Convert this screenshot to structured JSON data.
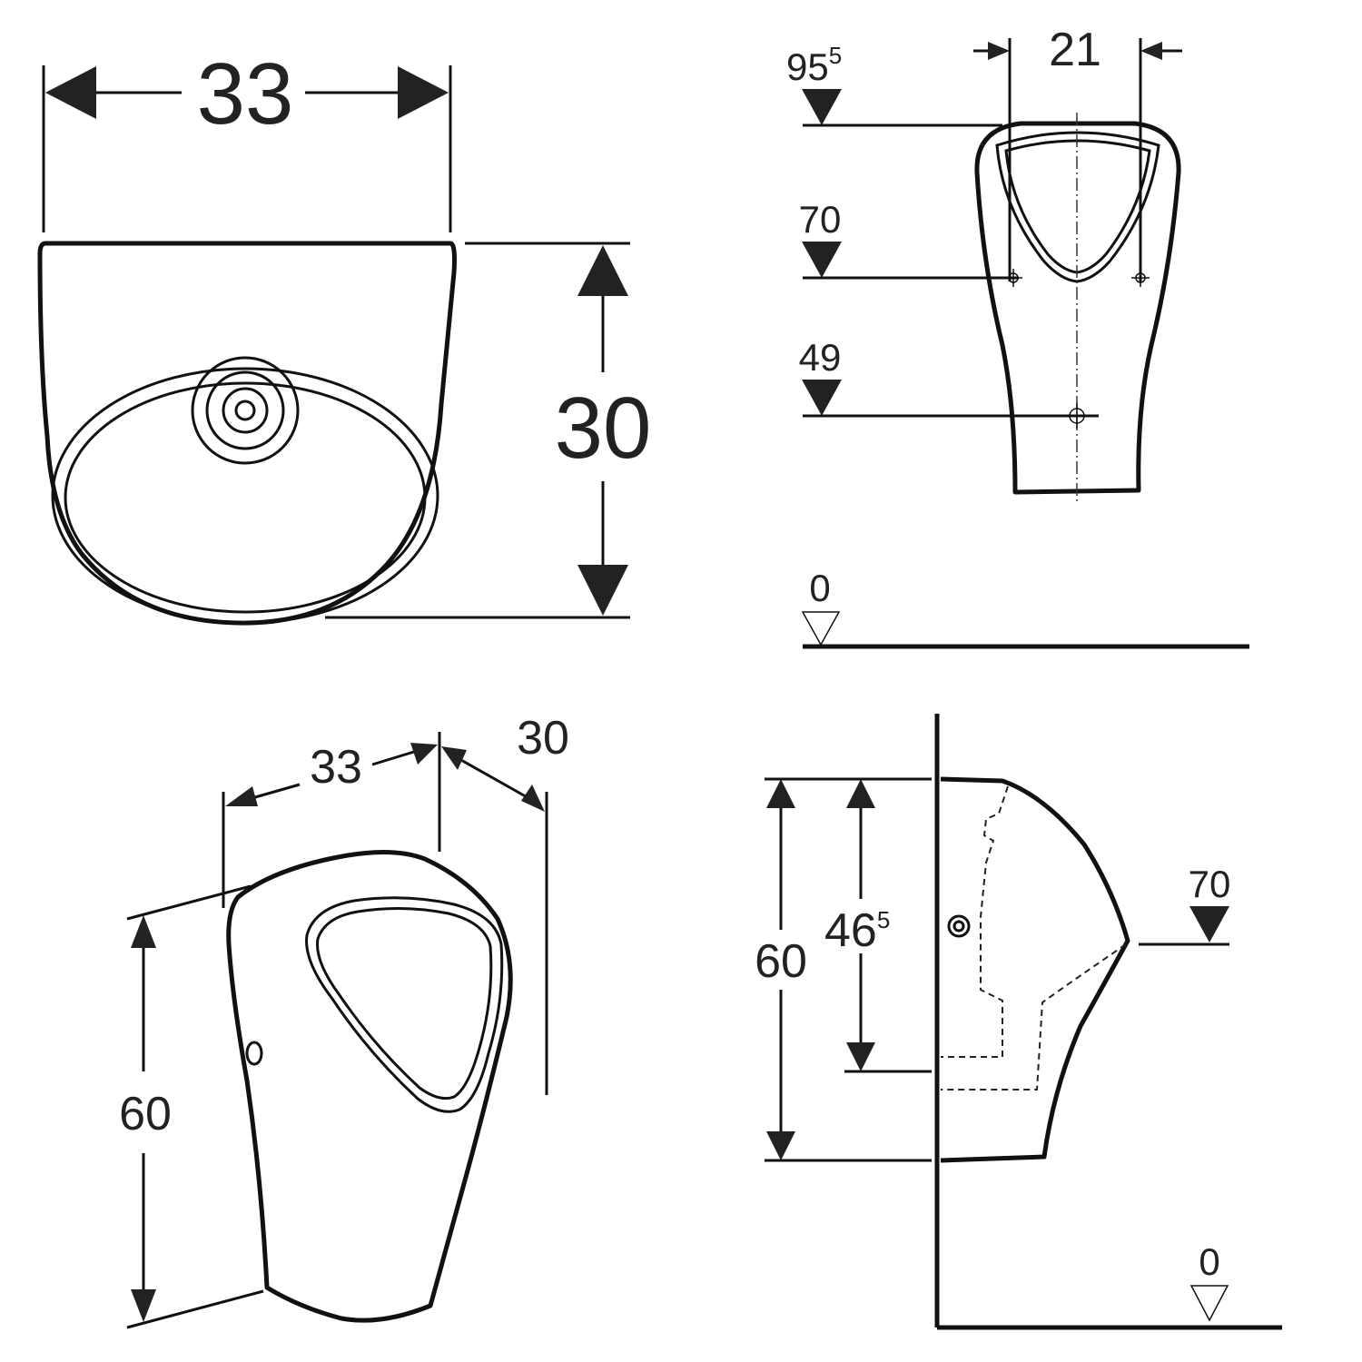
{
  "top_view": {
    "width_label": "33",
    "depth_label": "30"
  },
  "front_view": {
    "top_height_main": "95",
    "top_height_sup": "5",
    "spacing_label": "21",
    "inlet_height_label": "70",
    "outlet_height_label": "49",
    "floor_label": "0"
  },
  "iso_view": {
    "width_label": "33",
    "depth_label": "30",
    "height_label": "60"
  },
  "side_view": {
    "height_label": "60",
    "outlet_main": "46",
    "outlet_sup": "5",
    "inlet_height_label": "70",
    "floor_label": "0"
  }
}
